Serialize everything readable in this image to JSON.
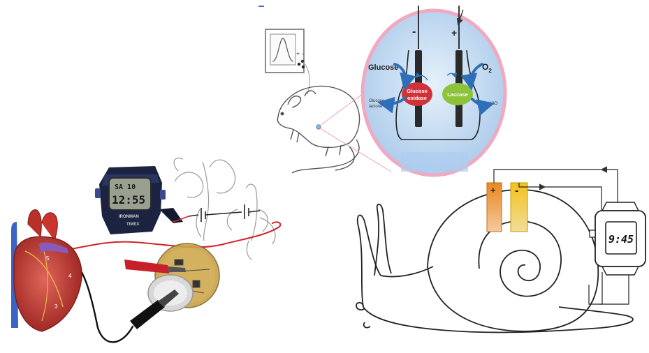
{
  "fuel_cell": {
    "electrode_negative": "-",
    "electrode_positive": "+",
    "glucose_label": "Glucose",
    "oxygen_label": "O",
    "oxygen_subscript": "2",
    "enzyme_anode": [
      "Glucose",
      "oxidase"
    ],
    "enzyme_cathode": "Laccase",
    "product_left": [
      "Glucono",
      "lactone"
    ],
    "product_right": "H2O"
  },
  "oscilloscope": {
    "marks": "+ -"
  },
  "stopwatch": {
    "top_row": "SA 10",
    "main": "12:55",
    "bezel_text": "IRONMAN",
    "strap_text": "TIMEX"
  },
  "snail_cell": {
    "plus": "+",
    "minus": "-",
    "watch_time": "9:45"
  },
  "heart": {
    "labels": [
      "5",
      "4",
      "3"
    ]
  },
  "colors": {
    "bubble_bg": "#c9dff2",
    "bubble_border": "#f0a9c0",
    "glucose_oxidase": "#d0323a",
    "laccase": "#8dc33a",
    "orange_electrode": "#e88a1e",
    "yellow_electrode": "#f5c518",
    "red_wire": "#d2232a",
    "heart_red": "#c8352e",
    "vein_blue": "#3b62c4"
  }
}
